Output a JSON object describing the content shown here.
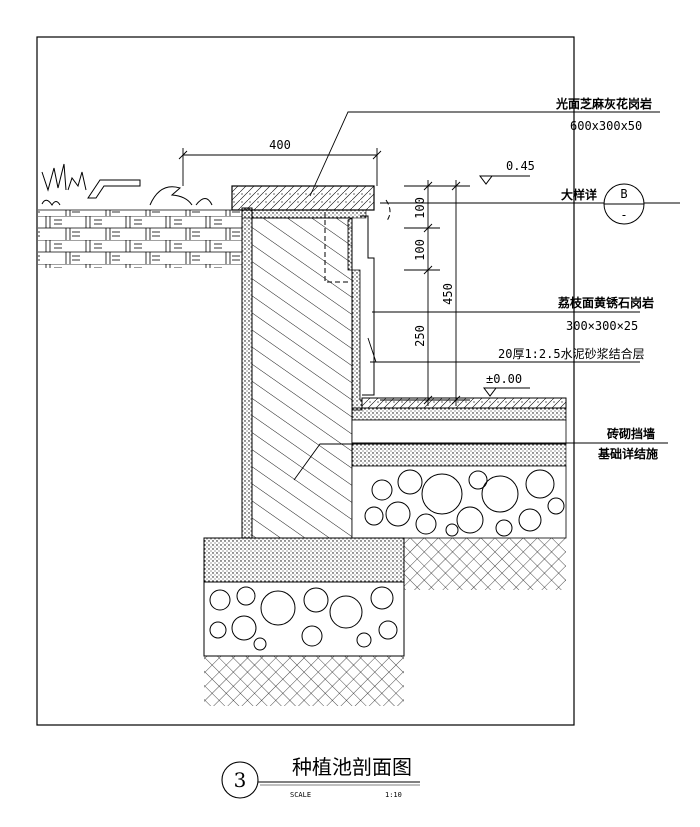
{
  "drawing": {
    "title": "种植池剖面图",
    "number": "3",
    "scale_label": "SCALE",
    "scale_value": "1:10"
  },
  "labels": {
    "coping_name": "光面芝麻灰花岗岩",
    "coping_size": "600x300x50",
    "detail_ref": "大样详",
    "detail_letter": "B",
    "detail_sheet": "-",
    "veneer_name": "荔枝面黄锈石岗岩",
    "veneer_size": "300×300×25",
    "mortar": "20厚1:2.5水泥砂浆结合层",
    "wall": "砖砌挡墙",
    "foundation": "基础详结施"
  },
  "dimensions": {
    "width_400": "400",
    "elev_top": "0.45",
    "elev_zero": "±0.00",
    "d100a": "100",
    "d100b": "100",
    "d250": "250",
    "d450": "450"
  }
}
